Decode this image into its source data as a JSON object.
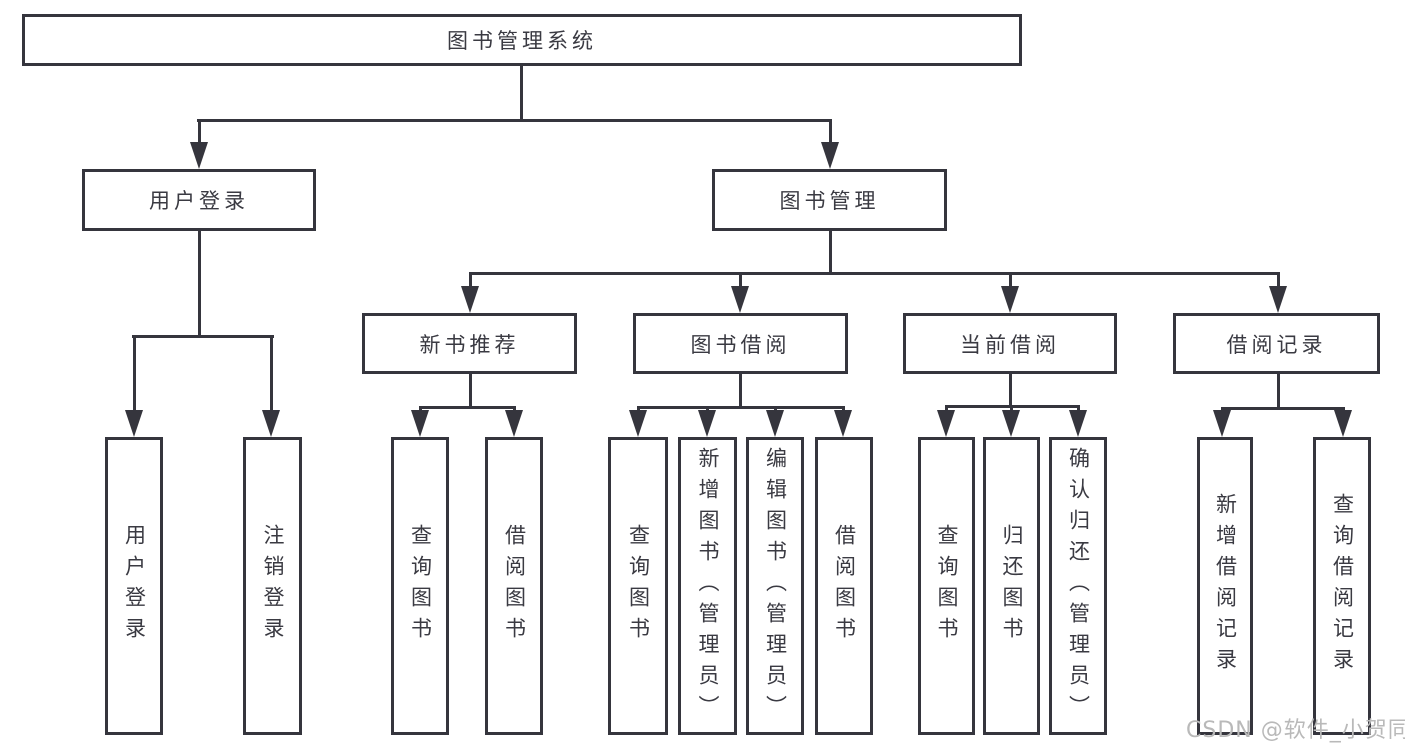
{
  "tree": {
    "label": "图书管理系统",
    "children": [
      {
        "label": "用户登录",
        "children": [
          {
            "label": "用户登录"
          },
          {
            "label": "注销登录"
          }
        ]
      },
      {
        "label": "图书管理",
        "children": [
          {
            "label": "新书推荐",
            "children": [
              {
                "label": "查询图书"
              },
              {
                "label": "借阅图书"
              }
            ]
          },
          {
            "label": "图书借阅",
            "children": [
              {
                "label": "查询图书"
              },
              {
                "label": "新增图书（管理员）"
              },
              {
                "label": "编辑图书（管理员）"
              },
              {
                "label": "借阅图书"
              }
            ]
          },
          {
            "label": "当前借阅",
            "children": [
              {
                "label": "查询图书"
              },
              {
                "label": "归还图书"
              },
              {
                "label": "确认归还（管理员）"
              }
            ]
          },
          {
            "label": "借阅记录",
            "children": [
              {
                "label": "新增借阅记录"
              },
              {
                "label": "查询借阅记录"
              }
            ]
          }
        ]
      }
    ]
  },
  "watermark": {
    "text": "CSDN @软件_小贺同学"
  },
  "colors": {
    "line": "#35353d",
    "text": "#3a3a42",
    "box_fill": "#ffffff",
    "background": "#ffffff",
    "watermark": "#b9b9b9"
  }
}
